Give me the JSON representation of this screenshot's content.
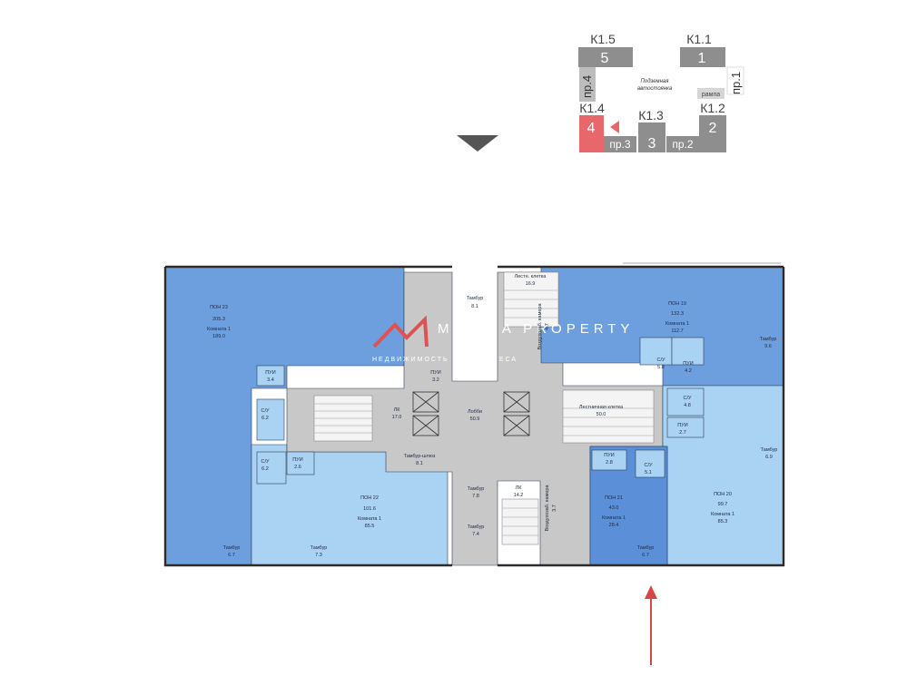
{
  "key_plan": {
    "sections": [
      {
        "label": "К1.5",
        "number": "5"
      },
      {
        "label": "К1.1",
        "number": "1"
      },
      {
        "label": "К1.4",
        "number": "4"
      },
      {
        "label": "К1.3",
        "number": "3"
      },
      {
        "label": "К1.2",
        "number": "2"
      }
    ],
    "passages": [
      "пр.4",
      "пр.1",
      "пр.3",
      "пр.2"
    ],
    "parking_line1": "Подземная",
    "parking_line2": "автостоянка",
    "ramp": "рампа",
    "active_color": "#e8676b",
    "section_color": "#8e8e8e"
  },
  "watermark": {
    "line1": "MALINA PROPERTY",
    "line2": "НЕДВИЖИМОСТЬ ДЛЯ БИЗНЕСА"
  },
  "colors": {
    "unit_dark": "#6d9fde",
    "unit_light": "#aad2f2",
    "unit_mid": "#5b8fd8",
    "common": "#c8c8c8"
  },
  "rooms": {
    "pon23_title": "ПОН 23",
    "pon23_area": "205.3",
    "pon23_room": "Комната 1",
    "pon23_room_area": "189.0",
    "pui_a": "ПУИ",
    "pui_a_area": "3.4",
    "su_a": "С/У",
    "su_a_area": "6.2",
    "su_b": "С/У",
    "su_b_area": "6.2",
    "pui_b": "ПУИ",
    "pui_b_area": "2.6",
    "tambur_a": "Тамбур",
    "tambur_a_area": "6.7",
    "pon22_title": "ПОН 22",
    "pon22_area": "101.6",
    "pon22_room": "Комната 1",
    "pon22_room_area": "85.5",
    "tambur_b": "Тамбур",
    "tambur_b_area": "7.3",
    "tambur_c": "Тамбур",
    "tambur_c_area": "8.1",
    "pui_c": "ПУИ",
    "pui_c_area": "3.2",
    "lk_a": "ЛК",
    "lk_a_area": "17.0",
    "lobby": "Лобби",
    "lobby_area": "50.9",
    "tambur_shlyuz": "Тамбур-шлюз",
    "tambur_shlyuz_area": "8.1",
    "tambur_d": "Тамбур",
    "tambur_d_area": "7.8",
    "tambur_e": "Тамбур",
    "tambur_e_area": "7.4",
    "stair_a": "Лестн. клетка",
    "stair_a_area": "16.9",
    "vent_a": "Воздухозаб. камера",
    "vent_a_area": "4.7",
    "stair_b": "Лестничная клетка",
    "stair_b_area": "50.0",
    "lk_b": "ЛК",
    "lk_b_area": "14.2",
    "vent_b": "Воздухозаб. камера",
    "vent_b_area": "3.7",
    "pon19_title": "ПОН 19",
    "pon19_area": "132.3",
    "pon19_room": "Комната 1",
    "pon19_room_area": "112.7",
    "su_c": "С/У",
    "su_c_area": "5.8",
    "pui_d": "ПУИ",
    "pui_d_area": "4.2",
    "tambur_f": "Тамбур",
    "tambur_f_area": "9.6",
    "su_d": "С/У",
    "su_d_area": "4.8",
    "pui_e": "ПУИ",
    "pui_e_area": "2.7",
    "pui_f": "ПУИ",
    "pui_f_area": "2.8",
    "su_e": "С/У",
    "su_e_area": "5.1",
    "pon21_title": "ПОН 21",
    "pon21_area": "43.0",
    "pon21_room": "Комната 1",
    "pon21_room_area": "28.4",
    "tambur_g": "Тамбур",
    "tambur_g_area": "6.7",
    "tambur_h": "Тамбур",
    "tambur_h_area": "6.9",
    "pon20_title": "ПОН 20",
    "pon20_area": "99.7",
    "pon20_room": "Комната 1",
    "pon20_room_area": "85.3"
  }
}
